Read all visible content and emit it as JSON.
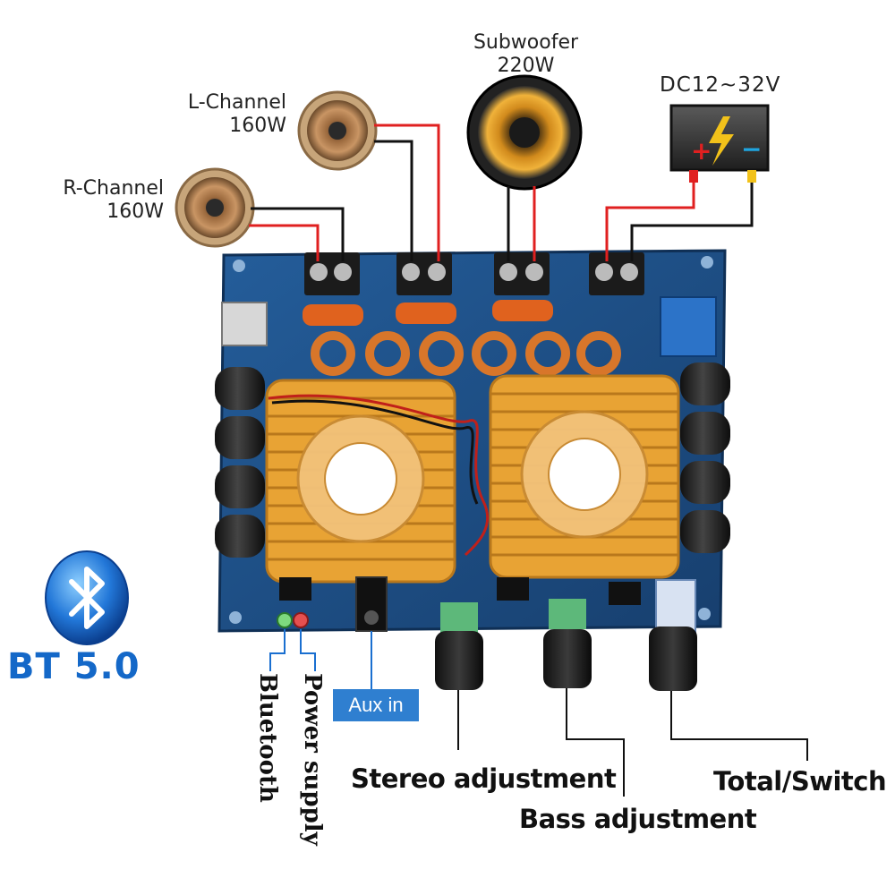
{
  "labels": {
    "subwoofer_title": "Subwoofer",
    "subwoofer_power": "220W",
    "lchannel_title": "L-Channel",
    "lchannel_power": "160W",
    "rchannel_title": "R-Channel",
    "rchannel_power": "160W",
    "dc_label": "DC12~32V",
    "bt_badge": "BT 5.0",
    "aux_in": "Aux in",
    "bluetooth": "Bluetooth",
    "power_supply": "Power supply",
    "stereo_adjustment": "Stereo adjustment",
    "bass_adjustment": "Bass adjustment",
    "total_switch": "Total/Switch"
  },
  "colors": {
    "board": "#1c4f86",
    "heatsink": "#e8a334",
    "wire_red": "#e02020",
    "wire_black": "#111111",
    "bt_blue": "#1468c8"
  }
}
